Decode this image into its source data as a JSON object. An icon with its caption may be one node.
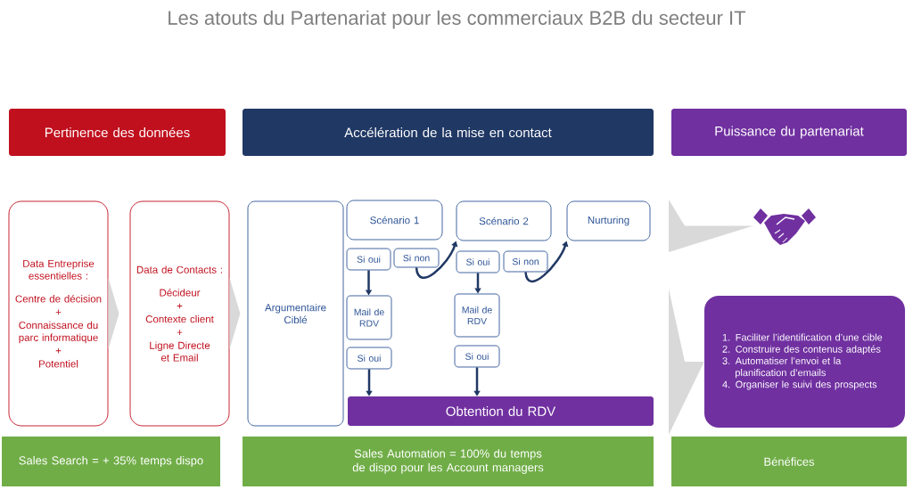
{
  "diagram": {
    "title": "Les atouts du Partenariat pour les commerciaux B2B du secteur IT",
    "nodes": [
      {
        "text": [
          "Pertinence des données"
        ]
      },
      {
        "text": [
          "Accélération de la mise en contact"
        ]
      },
      {
        "text": [
          "Puissance du partenariat"
        ]
      },
      {
        "text": [
          "Data Entreprise essentielles :",
          "Centre de décision",
          "+",
          "Connaissance du parc informatique",
          "+",
          "Potentiel"
        ]
      },
      {
        "text": [
          "Data de Contacts :",
          "Décideur",
          "+",
          "Contexte client",
          "+",
          "Ligne Directe et Email"
        ]
      },
      {
        "text": [
          "Argumentaire Ciblé"
        ]
      },
      {
        "text": [
          "Scénario 1"
        ]
      },
      {
        "text": [
          "Scénario 2"
        ]
      },
      {
        "text": [
          "Nurturing"
        ]
      },
      {
        "text": [
          "Si oui"
        ]
      },
      {
        "text": [
          "Si non"
        ]
      },
      {
        "text": [
          "Si oui"
        ]
      },
      {
        "text": [
          "Si non"
        ]
      },
      {
        "text": [
          "Mail de RDV"
        ]
      },
      {
        "text": [
          "Mail de RDV"
        ]
      },
      {
        "text": [
          "Si oui"
        ]
      },
      {
        "text": [
          "Si oui"
        ]
      },
      {
        "text": [
          "Obtention du RDV"
        ]
      },
      {
        "text": [],
        "shape": "picture"
      },
      {
        "text": [
          "1. Faciliter l’identification d’une cible",
          "2. Construire des contenus adaptés",
          "3. Automatiser l’envoi et la planification d’emails",
          "4. Organiser le suivi des prospects"
        ]
      },
      {
        "text": [
          "Sales Search = + 35% temps dispo"
        ]
      },
      {
        "text": [
          "Sales Automation = 100% du temps de dispo pour les Account managers"
        ]
      },
      {
        "text": [
          "Bénéfices"
        ]
      }
    ],
    "edges": [
      {
        "from": 3,
        "to": 4,
        "arrow": "to",
        "color": "#d9d9d9"
      },
      {
        "from": 4,
        "to": 5,
        "arrow": "to",
        "color": "#d9d9d9"
      },
      {
        "from": 9,
        "to": 13,
        "arrow": "to"
      },
      {
        "from": 10,
        "to": 7,
        "arrow": "to"
      },
      {
        "from": 11,
        "to": 14,
        "arrow": "to"
      },
      {
        "from": 12,
        "to": 8,
        "arrow": "to"
      },
      {
        "from": 15,
        "to": 17,
        "arrow": "to"
      },
      {
        "from": 16,
        "to": 17,
        "arrow": "to"
      },
      {
        "from": null,
        "to": 18,
        "arrow": "to",
        "color": "#d9d9d9"
      },
      {
        "from": null,
        "to": 19,
        "arrow": "to",
        "color": "#d9d9d9"
      }
    ]
  }
}
